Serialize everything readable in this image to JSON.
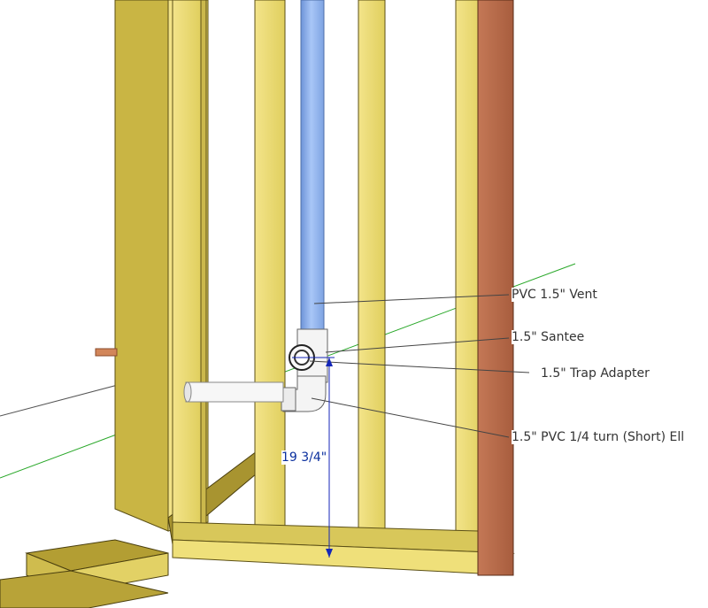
{
  "callouts": {
    "vent": "PVC 1.5\" Vent",
    "santee": "1.5\" Santee",
    "trap_adapter": "1.5\" Trap Adapter",
    "ell": "1.5\" PVC 1/4 turn (Short) Ell"
  },
  "dimension": {
    "label": "19 3/4\""
  },
  "colors": {
    "lumber": "#e8d96a",
    "lumber_dark": "#7a6a1c",
    "plywood": "#b86a4a",
    "vent_pipe": "#8ab0ee",
    "pvc": "#f4f4f4",
    "dimension": "#1426b8",
    "guide_line": "#2aa82a",
    "leader": "#444444",
    "copper_stub": "#d2865a"
  }
}
